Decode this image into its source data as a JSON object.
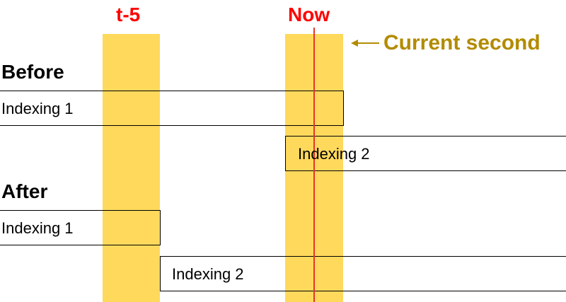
{
  "columns": {
    "t5_label": "t-5",
    "now_label": "Now"
  },
  "annotation": {
    "current_label": "Current second",
    "arrow_icon": "left-arrow-icon"
  },
  "sections": {
    "before": {
      "title": "Before",
      "bars": [
        {
          "label": "Indexing 1"
        },
        {
          "label": "Indexing 2"
        }
      ]
    },
    "after": {
      "title": "After",
      "bars": [
        {
          "label": "Indexing 1"
        },
        {
          "label": "Indexing 2"
        }
      ]
    }
  },
  "colors": {
    "band": "#ffd95c",
    "now_line": "#e4352c",
    "column_label": "#ff0000",
    "annotation": "#b38b00",
    "bar_border": "#000000"
  }
}
